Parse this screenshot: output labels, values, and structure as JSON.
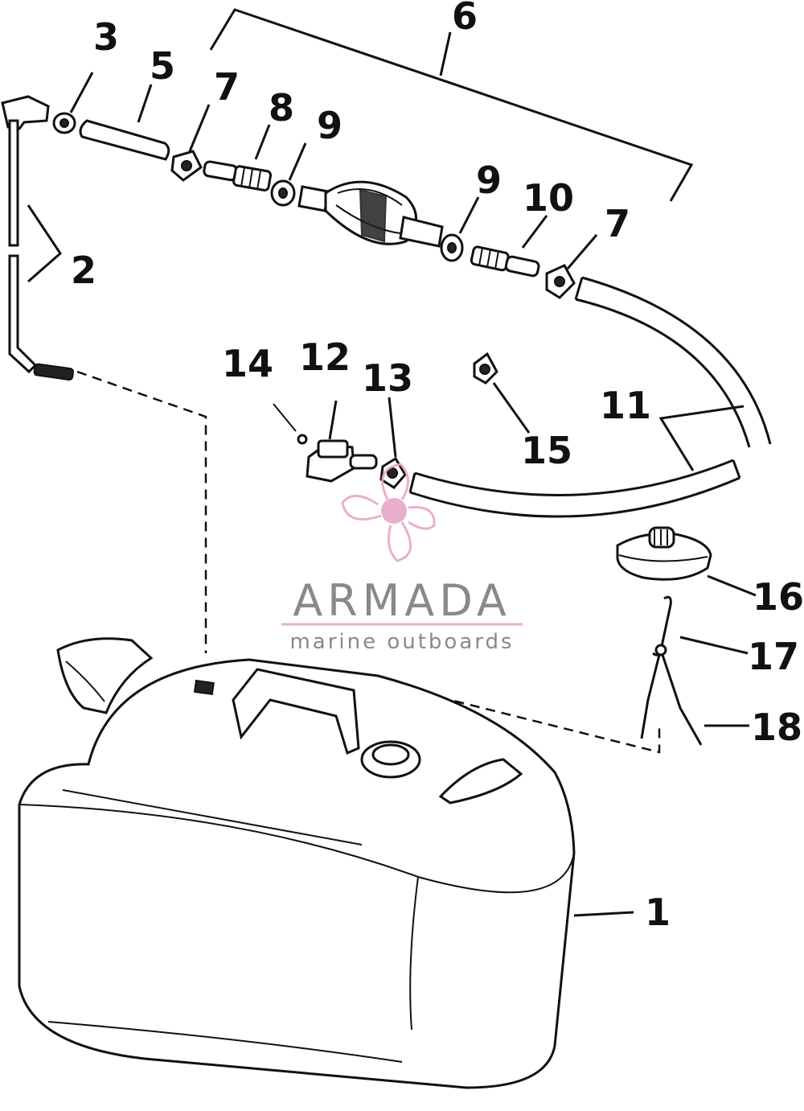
{
  "callouts": {
    "c1": "1",
    "c2": "2",
    "c3": "3",
    "c5": "5",
    "c6": "6",
    "c7a": "7",
    "c7b": "7",
    "c8": "8",
    "c9a": "9",
    "c9b": "9",
    "c10": "10",
    "c11": "11",
    "c12": "12",
    "c13": "13",
    "c14": "14",
    "c15": "15",
    "c16": "16",
    "c17": "17",
    "c18": "18"
  },
  "watermark": {
    "brand": "ARMADA",
    "tagline": "marine outboards",
    "logo_color": "#e8a6c8",
    "text_color": "#7d7d7d",
    "icon": "propeller-icon"
  }
}
